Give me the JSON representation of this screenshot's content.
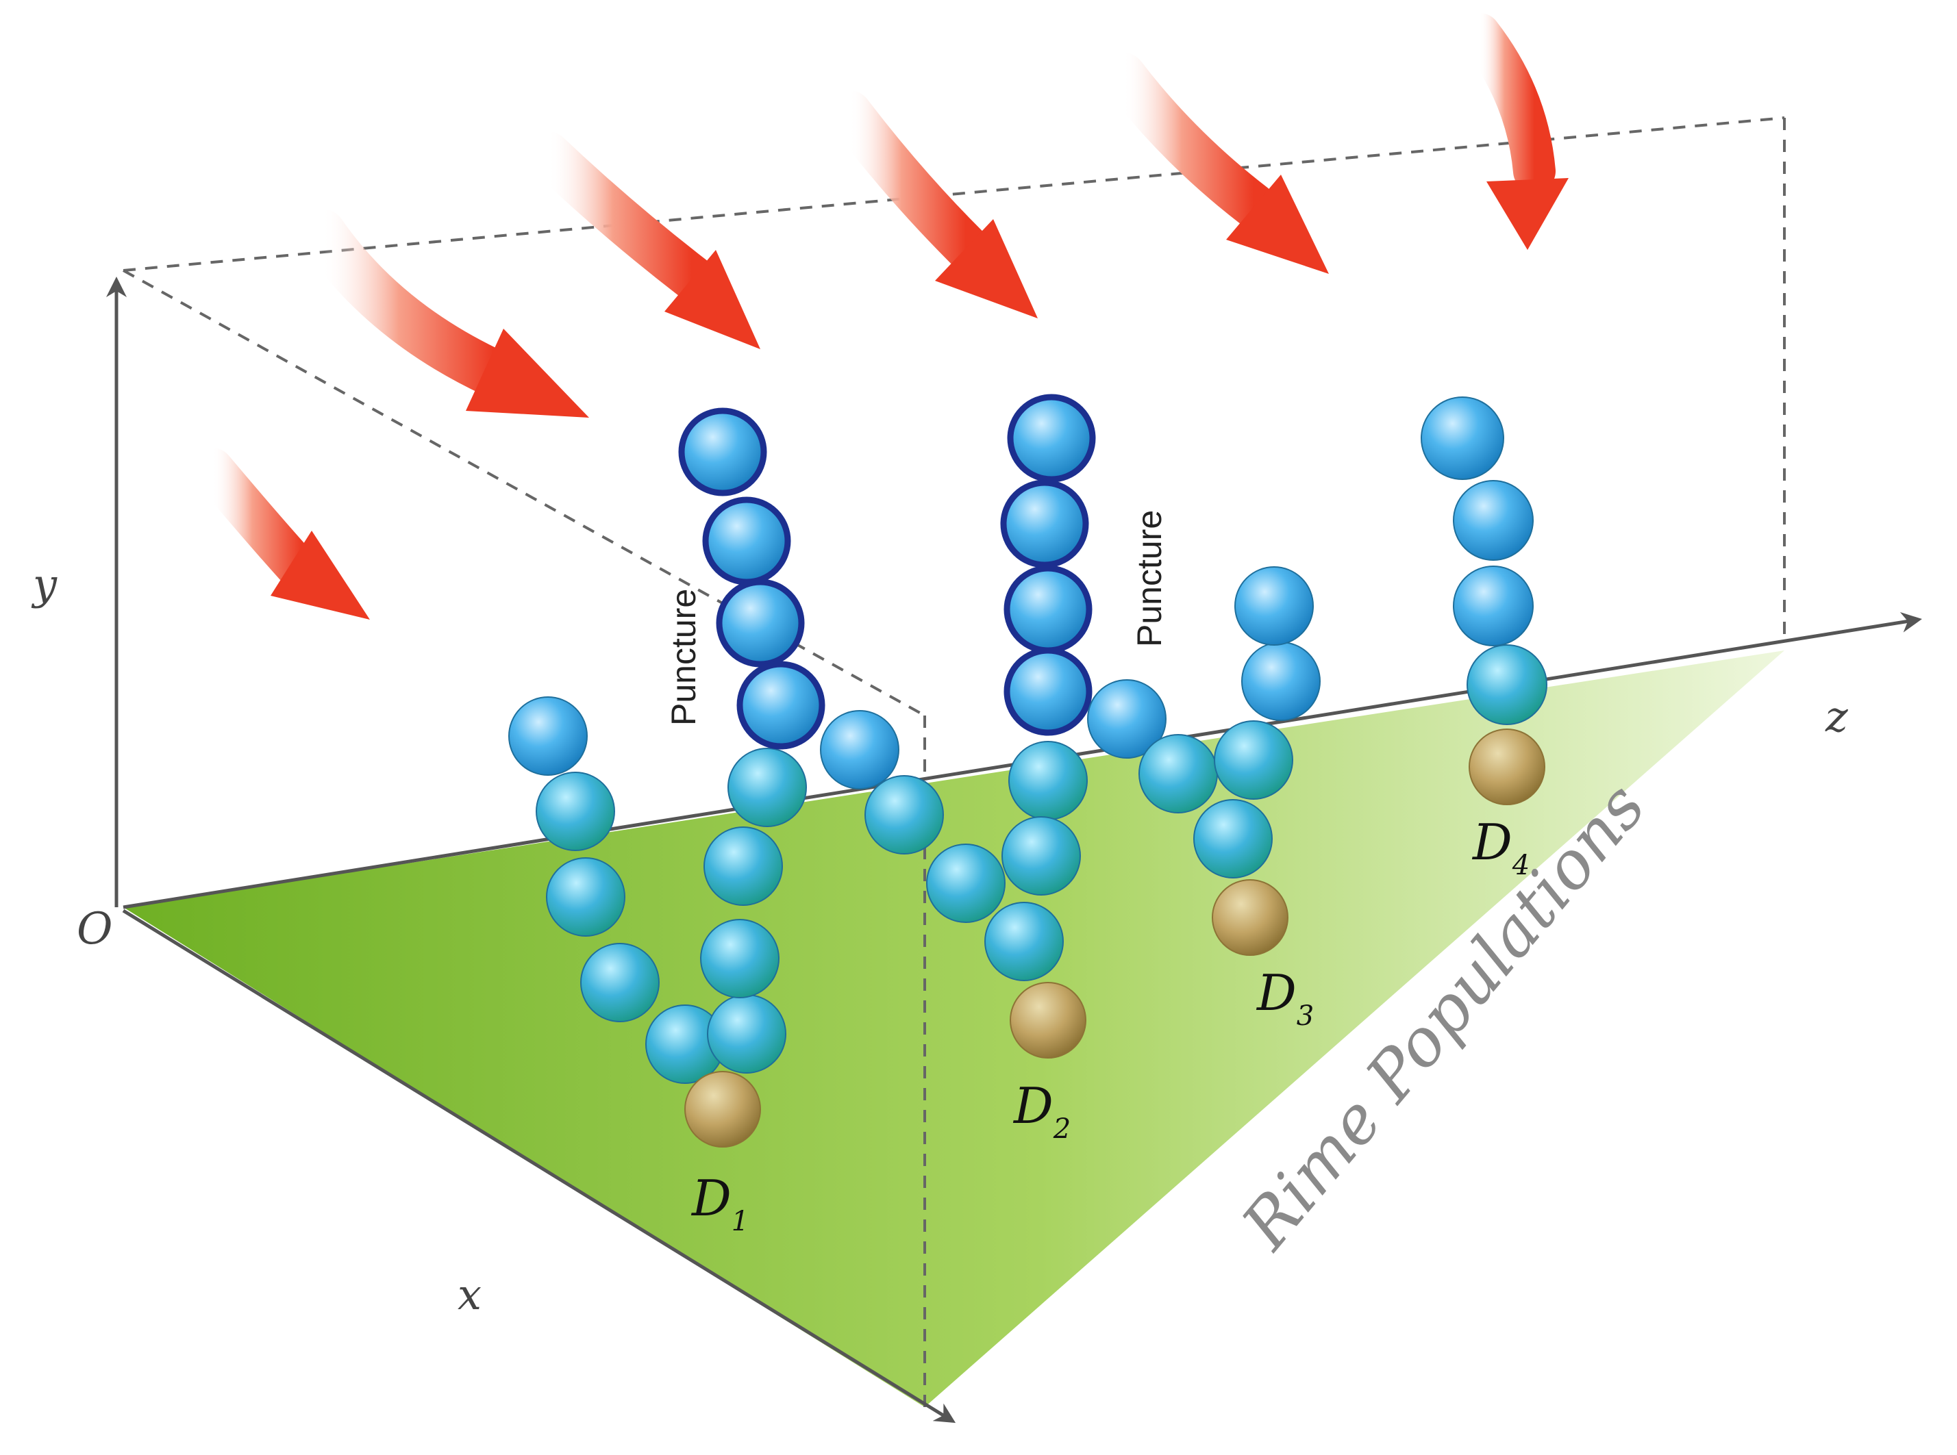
{
  "axes": {
    "origin": "O",
    "x": "x",
    "y": "y",
    "z": "z"
  },
  "labels": {
    "puncture_1": "Puncture",
    "puncture_2": "Puncture",
    "population": "Rime Populations"
  },
  "agents": [
    {
      "letter": "D",
      "index": "1"
    },
    {
      "letter": "D",
      "index": "2"
    },
    {
      "letter": "D",
      "index": "3"
    },
    {
      "letter": "D",
      "index": "4"
    }
  ],
  "colors": {
    "plane_dark": "#6fb024",
    "plane_light": "#eef7dd",
    "arrow": "#f0452a",
    "sphere_blue": "#3aa6e6",
    "sphere_outline": "#1c2f8f",
    "sphere_gold": "#b89a5a"
  }
}
